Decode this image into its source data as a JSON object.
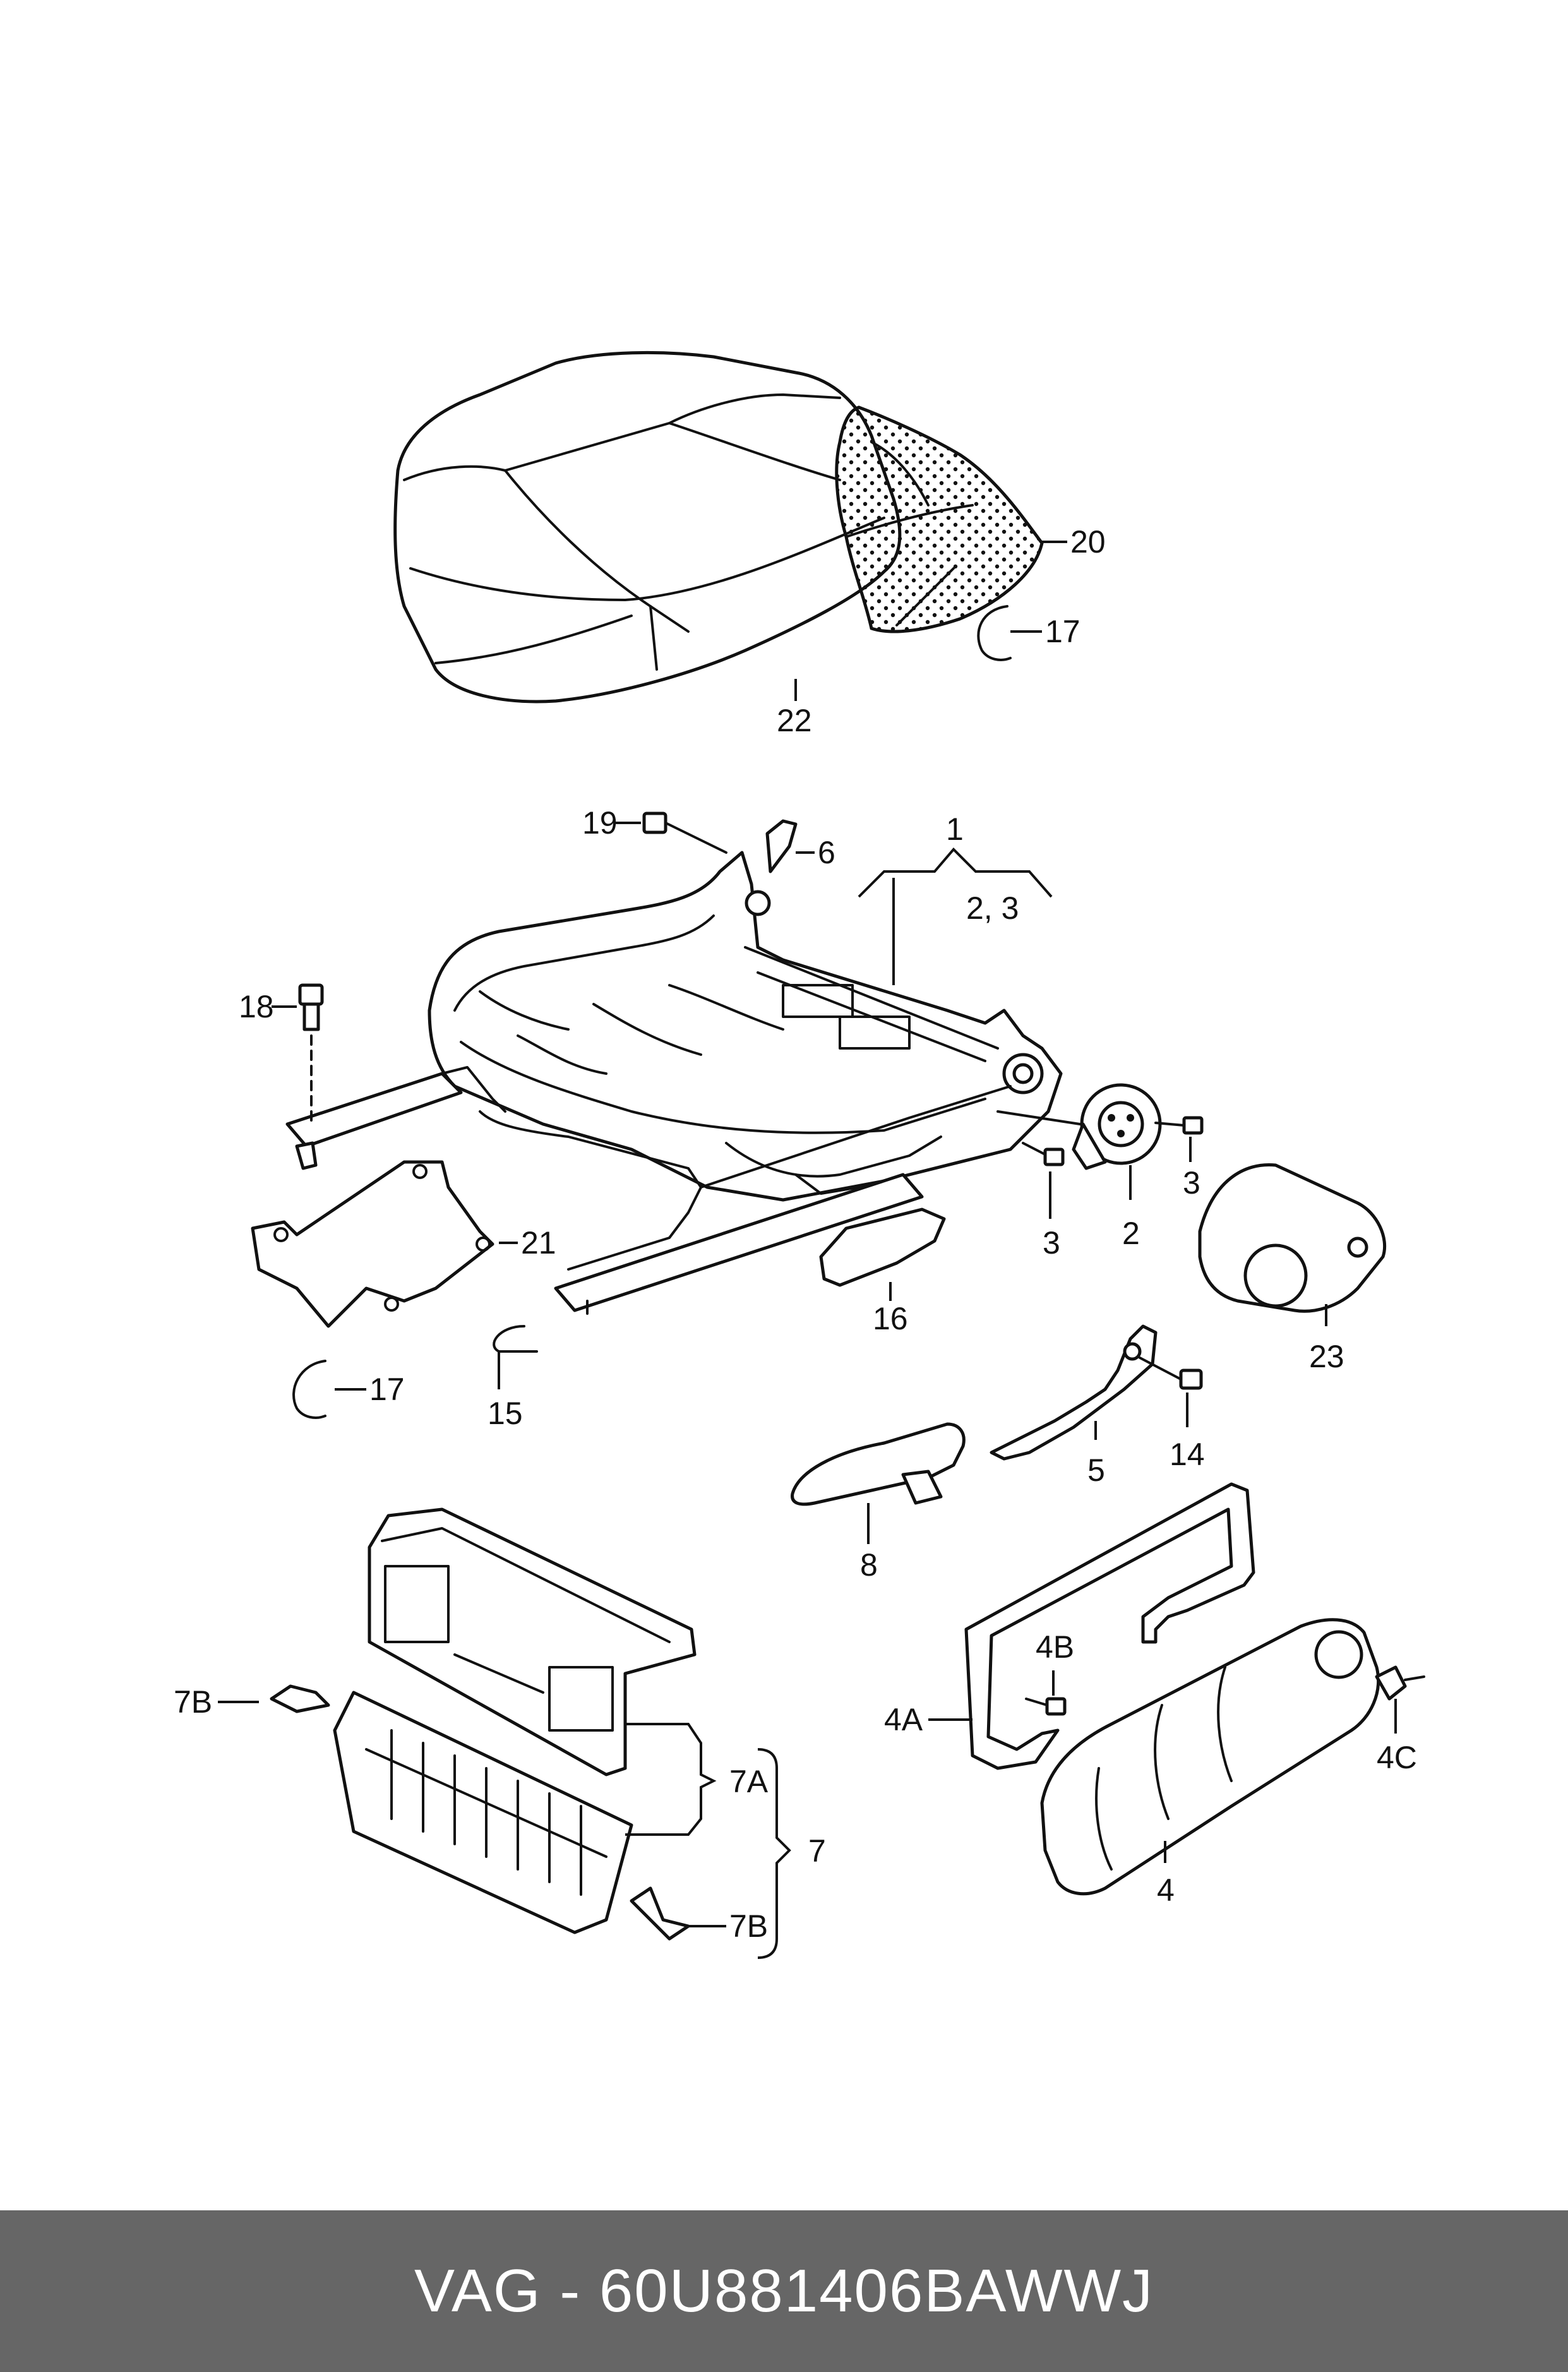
{
  "callouts": {
    "c20": "20",
    "c17a": "17",
    "c22": "22",
    "c19": "19",
    "c6": "6",
    "c1": "1",
    "c23sub": "2, 3",
    "c18": "18",
    "c3a": "3",
    "c3b": "3",
    "c2": "2",
    "c21": "21",
    "c16": "16",
    "c23": "23",
    "c17b": "17",
    "c15": "15",
    "c14": "14",
    "c5": "5",
    "c8": "8",
    "c4b": "4B",
    "c7b_top": "7B",
    "c4a": "4A",
    "c4c": "4C",
    "c7a": "7A",
    "c7": "7",
    "c4": "4",
    "c7b_bot": "7B"
  },
  "footer": {
    "text": "VAG - 60U881406BAWWJ"
  },
  "colors": {
    "line": "#111111",
    "footer_bg": "#666666",
    "footer_text": "#ffffff"
  }
}
